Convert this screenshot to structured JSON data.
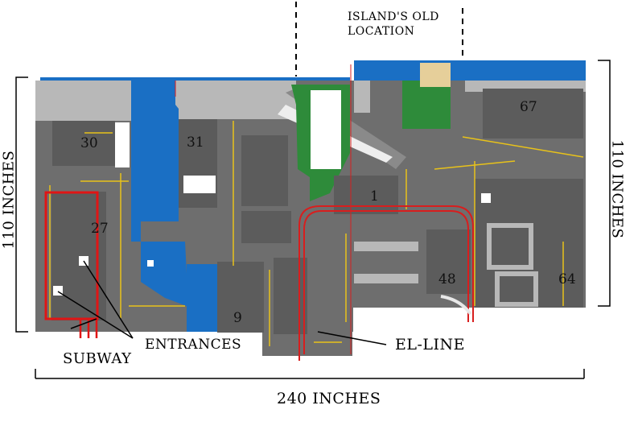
{
  "map": {
    "annotations": {
      "island_old_location": [
        "ISLAND'S OLD",
        "LOCATION"
      ],
      "height_left": "110 INCHES",
      "height_right": "110 INCHES",
      "width_bottom": "240 INCHES",
      "subway": "SUBWAY",
      "entrances": "ENTRANCES",
      "el_line": "EL-LINE"
    },
    "blocks": {
      "b30": "30",
      "b31": "31",
      "b67": "67",
      "b1": "1",
      "b27": "27",
      "b48": "48",
      "b64": "64",
      "b9": "9"
    },
    "colors": {
      "water": "#1a6fc4",
      "street": "#6b6b6b",
      "block": "#5d5d5d",
      "sidewalk": "#b9b9b9",
      "park": "#2e8b3a",
      "sand": "#e6cf9a",
      "el_line": "#d81e1e",
      "subway_box": "#e01515",
      "lane_marking": "#e8c21a"
    }
  }
}
